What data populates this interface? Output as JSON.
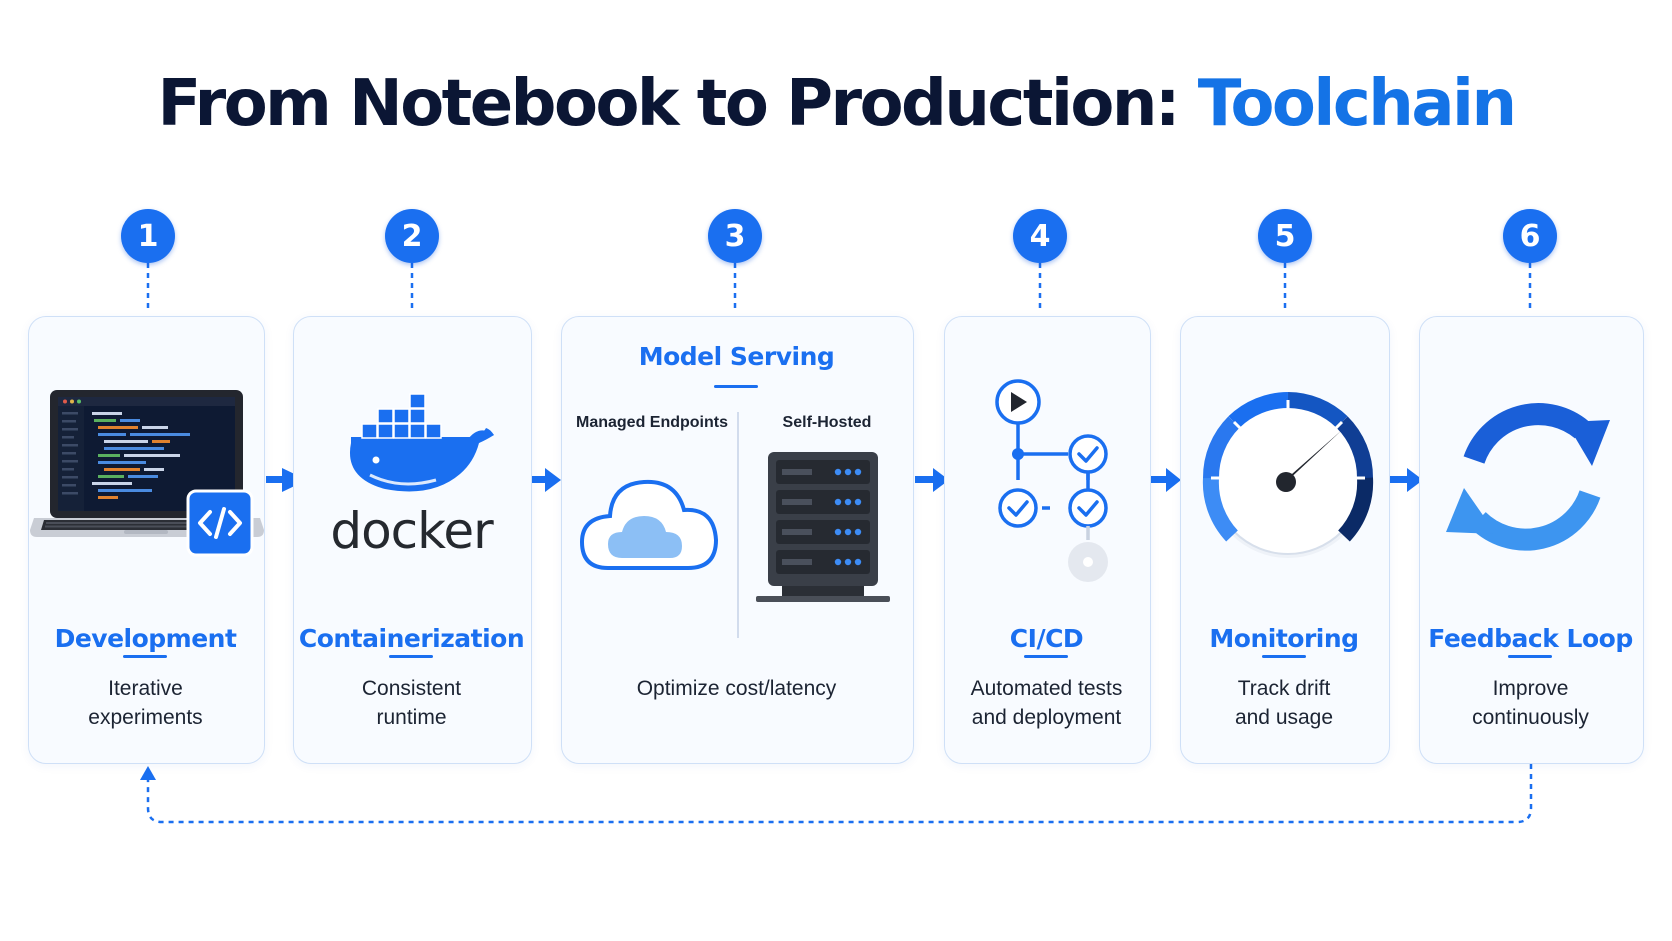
{
  "title": {
    "main": "From Notebook to Production: ",
    "accent": "Toolchain"
  },
  "steps": [
    {
      "number": "1",
      "label": "Development",
      "desc": "Iterative\nexperiments",
      "icon": "laptop-code-icon"
    },
    {
      "number": "2",
      "label": "Containerization",
      "desc": "Consistent\nruntime",
      "icon": "docker-logo",
      "logo_text": "docker"
    },
    {
      "number": "3",
      "label": "Model Serving",
      "desc": "Optimize cost/latency",
      "icon": "cloud-and-server-icons",
      "options": [
        {
          "label": "Managed Endpoints",
          "icon": "cloud-icon"
        },
        {
          "label": "Self-Hosted",
          "icon": "server-rack-icon"
        }
      ]
    },
    {
      "number": "4",
      "label": "CI/CD",
      "desc": "Automated tests\nand deployment",
      "icon": "pipeline-icon"
    },
    {
      "number": "5",
      "label": "Monitoring",
      "desc": "Track drift\nand usage",
      "icon": "speedometer-icon"
    },
    {
      "number": "6",
      "label": "Feedback Loop",
      "desc": "Improve\ncontinuously",
      "icon": "refresh-cycle-icon"
    }
  ],
  "colors": {
    "accent": "#1a6ff0",
    "title": "#0b1634",
    "card_border": "#cfe0f7",
    "card_bg": "#f8fbff"
  }
}
